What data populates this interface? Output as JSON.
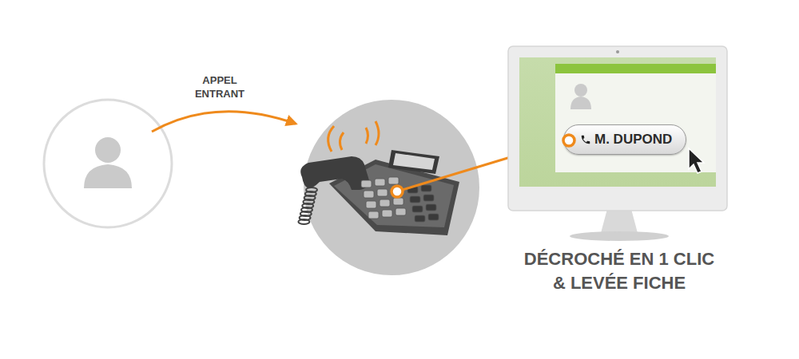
{
  "diagram": {
    "caption": "DÉCROCHÉ EN 1 CLIC & LEVÉE FICHE",
    "nodes": [
      {
        "text": [
          "M. DUPOND"
        ]
      }
    ],
    "labels": [
      "APPEL ENTRANT"
    ]
  }
}
